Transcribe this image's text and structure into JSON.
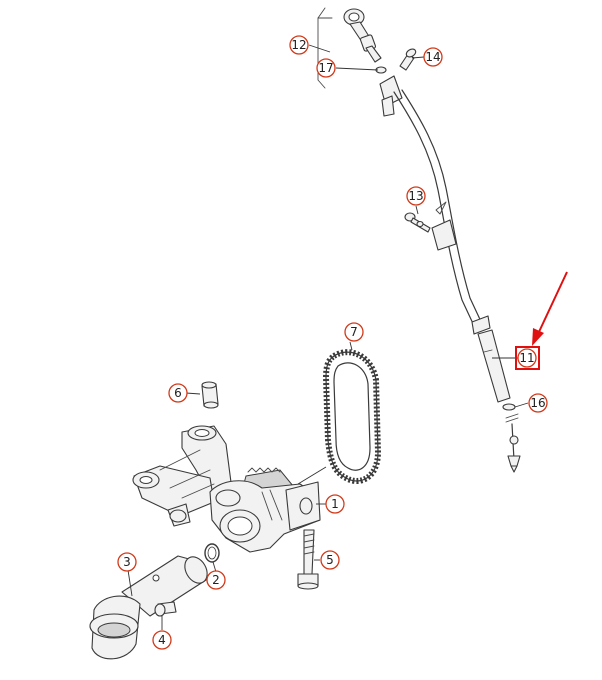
{
  "diagram": {
    "callouts": [
      {
        "id": "c1",
        "label": "1"
      },
      {
        "id": "c2",
        "label": "2"
      },
      {
        "id": "c3",
        "label": "3"
      },
      {
        "id": "c4",
        "label": "4"
      },
      {
        "id": "c5",
        "label": "5"
      },
      {
        "id": "c6",
        "label": "6"
      },
      {
        "id": "c7",
        "label": "7"
      },
      {
        "id": "c11",
        "label": "11"
      },
      {
        "id": "c12",
        "label": "12"
      },
      {
        "id": "c13",
        "label": "13"
      },
      {
        "id": "c14",
        "label": "14"
      },
      {
        "id": "c16",
        "label": "16"
      },
      {
        "id": "c17",
        "label": "17"
      }
    ],
    "highlighted_callout": "11",
    "colors": {
      "callout_ring": "#d23a1a",
      "highlight": "#e01010",
      "line_art": "#3a3a3a"
    }
  }
}
